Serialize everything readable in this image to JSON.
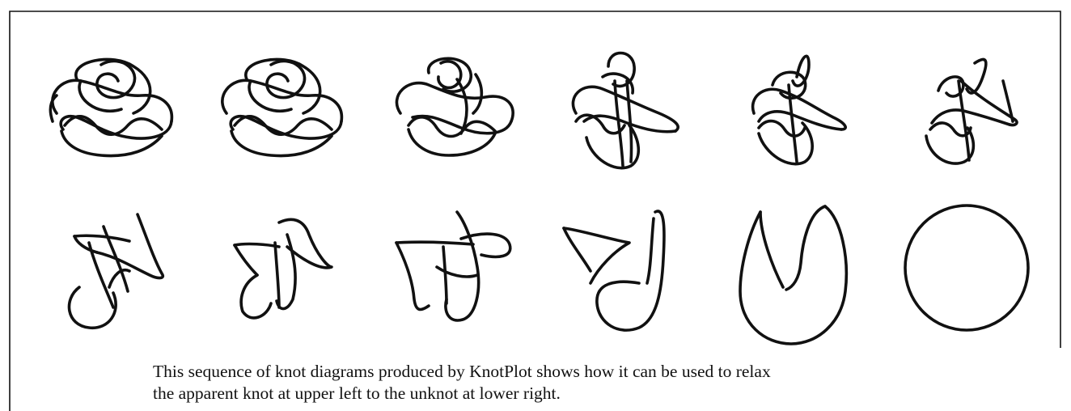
{
  "figure": {
    "caption_lines": [
      "This sequence of knot diagrams produced by KnotPlot shows how it can be used to relax",
      "the apparent knot at upper left to the unknot at lower right."
    ],
    "stroke_color": "#111111",
    "background_color": "#ffffff",
    "knot_sequence": [
      {
        "step": 1,
        "state": "apparent knot"
      },
      {
        "step": 2,
        "state": "relaxing"
      },
      {
        "step": 3,
        "state": "relaxing"
      },
      {
        "step": 4,
        "state": "relaxing"
      },
      {
        "step": 5,
        "state": "relaxing"
      },
      {
        "step": 6,
        "state": "relaxing"
      },
      {
        "step": 7,
        "state": "relaxing"
      },
      {
        "step": 8,
        "state": "relaxing"
      },
      {
        "step": 9,
        "state": "relaxing"
      },
      {
        "step": 10,
        "state": "relaxing"
      },
      {
        "step": 11,
        "state": "relaxing"
      },
      {
        "step": 12,
        "state": "unknot"
      }
    ]
  }
}
